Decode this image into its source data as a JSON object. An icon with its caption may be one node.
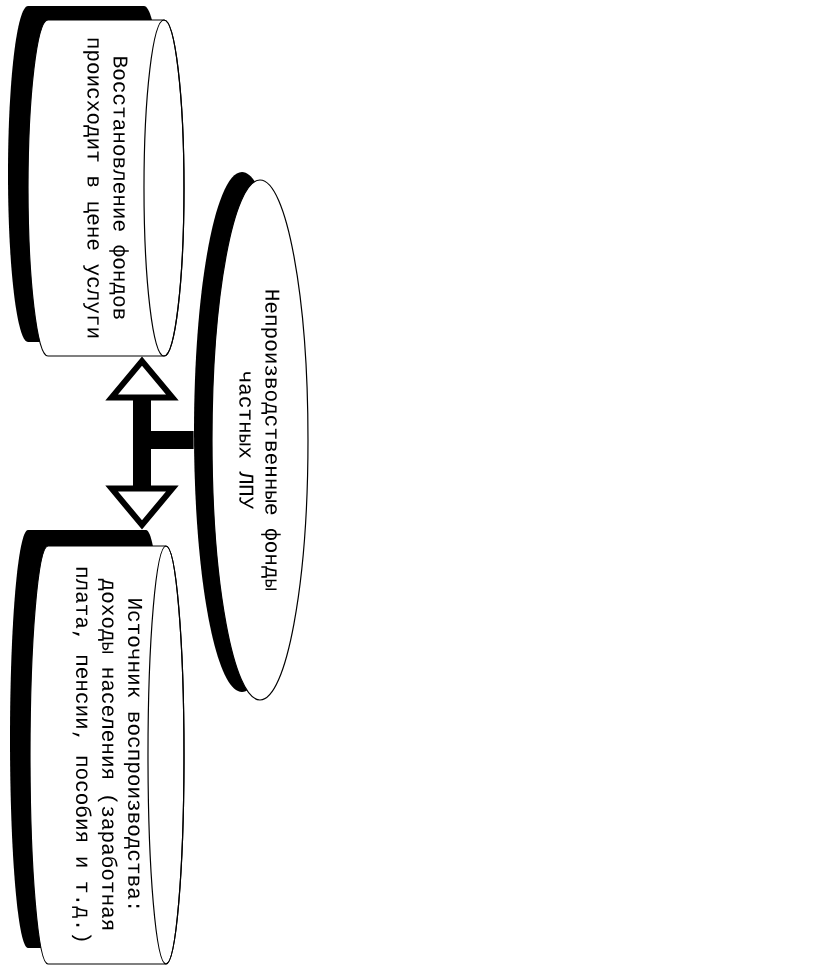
{
  "diagram": {
    "nodes": [
      {
        "text": [
          "Восстановление фондов происходит в цене услуги"
        ]
      },
      {
        "text": [
          "Непроизводственные фонды частных ЛПУ"
        ]
      },
      {
        "text": [
          "Источник воспроизводства: доходы населения (заработная плата, пенсии, пособия и т.д.)"
        ]
      }
    ],
    "edges": [
      {
        "from": 1,
        "to": 0,
        "arrow": "to"
      },
      {
        "from": 1,
        "to": 2,
        "arrow": "to"
      }
    ]
  }
}
